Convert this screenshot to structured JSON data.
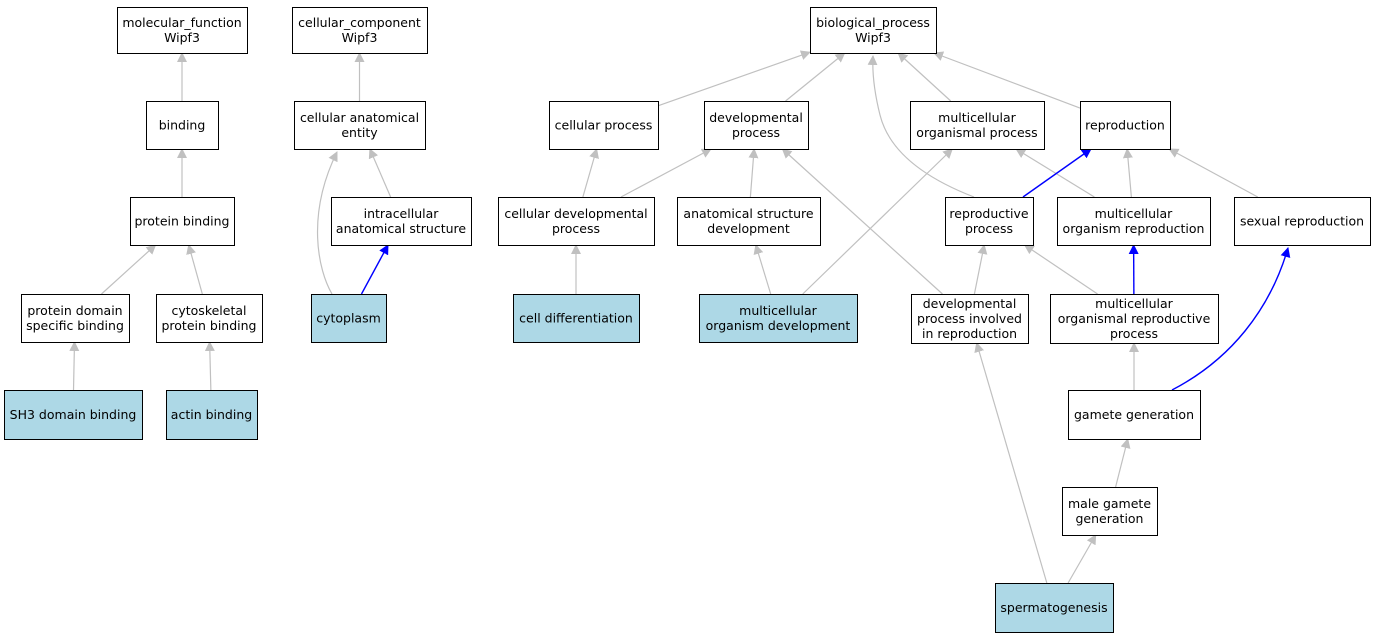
{
  "colors": {
    "background": "#ffffff",
    "node_fill": "#ffffff",
    "highlight_fill": "#add8e6",
    "node_stroke": "#000000",
    "edge_default": "#c0c0c0",
    "edge_highlight": "#0000ff"
  },
  "nodes": {
    "mf_root": {
      "lines": [
        "molecular_function",
        "Wipf3"
      ],
      "highlight": false
    },
    "binding": {
      "lines": [
        "binding"
      ],
      "highlight": false
    },
    "protein_binding": {
      "lines": [
        "protein binding"
      ],
      "highlight": false
    },
    "protein_domain_specific_binding": {
      "lines": [
        "protein domain",
        "specific binding"
      ],
      "highlight": false
    },
    "cytoskeletal_protein_binding": {
      "lines": [
        "cytoskeletal",
        "protein binding"
      ],
      "highlight": false
    },
    "sh3_domain_binding": {
      "lines": [
        "SH3 domain binding"
      ],
      "highlight": true
    },
    "actin_binding": {
      "lines": [
        "actin binding"
      ],
      "highlight": true
    },
    "cc_root": {
      "lines": [
        "cellular_component",
        "Wipf3"
      ],
      "highlight": false
    },
    "cellular_anatomical_entity": {
      "lines": [
        "cellular anatomical",
        "entity"
      ],
      "highlight": false
    },
    "intracellular_anatomical_structure": {
      "lines": [
        "intracellular",
        "anatomical structure"
      ],
      "highlight": false
    },
    "cytoplasm": {
      "lines": [
        "cytoplasm"
      ],
      "highlight": true
    },
    "bp_root": {
      "lines": [
        "biological_process",
        "Wipf3"
      ],
      "highlight": false
    },
    "cellular_process": {
      "lines": [
        "cellular process"
      ],
      "highlight": false
    },
    "developmental_process": {
      "lines": [
        "developmental",
        "process"
      ],
      "highlight": false
    },
    "multicellular_organismal_process": {
      "lines": [
        "multicellular",
        "organismal process"
      ],
      "highlight": false
    },
    "reproduction": {
      "lines": [
        "reproduction"
      ],
      "highlight": false
    },
    "cellular_developmental_process": {
      "lines": [
        "cellular developmental",
        "process"
      ],
      "highlight": false
    },
    "anatomical_structure_development": {
      "lines": [
        "anatomical structure",
        "development"
      ],
      "highlight": false
    },
    "reproductive_process": {
      "lines": [
        "reproductive",
        "process"
      ],
      "highlight": false
    },
    "multicellular_organism_reproduction": {
      "lines": [
        "multicellular",
        "organism reproduction"
      ],
      "highlight": false
    },
    "sexual_reproduction": {
      "lines": [
        "sexual reproduction"
      ],
      "highlight": false
    },
    "cell_differentiation": {
      "lines": [
        "cell differentiation"
      ],
      "highlight": true
    },
    "multicellular_organism_development": {
      "lines": [
        "multicellular",
        "organism development"
      ],
      "highlight": true
    },
    "developmental_process_involved_in_reproduction": {
      "lines": [
        "developmental",
        "process involved",
        "in reproduction"
      ],
      "highlight": false
    },
    "multicellular_organismal_reproductive_process": {
      "lines": [
        "multicellular",
        "organismal reproductive",
        "process"
      ],
      "highlight": false
    },
    "gamete_generation": {
      "lines": [
        "gamete generation"
      ],
      "highlight": false
    },
    "male_gamete_generation": {
      "lines": [
        "male gamete",
        "generation"
      ],
      "highlight": false
    },
    "spermatogenesis": {
      "lines": [
        "spermatogenesis"
      ],
      "highlight": true
    }
  },
  "edges": [
    {
      "from": "binding",
      "to": "mf_root",
      "highlight": false
    },
    {
      "from": "protein_binding",
      "to": "binding",
      "highlight": false
    },
    {
      "from": "protein_domain_specific_binding",
      "to": "protein_binding",
      "highlight": false
    },
    {
      "from": "cytoskeletal_protein_binding",
      "to": "protein_binding",
      "highlight": false
    },
    {
      "from": "sh3_domain_binding",
      "to": "protein_domain_specific_binding",
      "highlight": false
    },
    {
      "from": "actin_binding",
      "to": "cytoskeletal_protein_binding",
      "highlight": false
    },
    {
      "from": "cellular_anatomical_entity",
      "to": "cc_root",
      "highlight": false
    },
    {
      "from": "intracellular_anatomical_structure",
      "to": "cellular_anatomical_entity",
      "highlight": false
    },
    {
      "from": "cytoplasm",
      "to": "cellular_anatomical_entity",
      "highlight": false
    },
    {
      "from": "cytoplasm",
      "to": "intracellular_anatomical_structure",
      "highlight": true
    },
    {
      "from": "cellular_process",
      "to": "bp_root",
      "highlight": false
    },
    {
      "from": "developmental_process",
      "to": "bp_root",
      "highlight": false
    },
    {
      "from": "multicellular_organismal_process",
      "to": "bp_root",
      "highlight": false
    },
    {
      "from": "reproduction",
      "to": "bp_root",
      "highlight": false
    },
    {
      "from": "reproductive_process",
      "to": "bp_root",
      "highlight": false
    },
    {
      "from": "cellular_developmental_process",
      "to": "cellular_process",
      "highlight": false
    },
    {
      "from": "cellular_developmental_process",
      "to": "developmental_process",
      "highlight": false
    },
    {
      "from": "anatomical_structure_development",
      "to": "developmental_process",
      "highlight": false
    },
    {
      "from": "developmental_process_involved_in_reproduction",
      "to": "developmental_process",
      "highlight": false
    },
    {
      "from": "multicellular_organism_development",
      "to": "multicellular_organismal_process",
      "highlight": false
    },
    {
      "from": "multicellular_organism_development",
      "to": "anatomical_structure_development",
      "highlight": false
    },
    {
      "from": "multicellular_organism_reproduction",
      "to": "multicellular_organismal_process",
      "highlight": false
    },
    {
      "from": "multicellular_organism_reproduction",
      "to": "reproduction",
      "highlight": false
    },
    {
      "from": "reproductive_process",
      "to": "reproduction",
      "highlight": true
    },
    {
      "from": "sexual_reproduction",
      "to": "reproduction",
      "highlight": false
    },
    {
      "from": "cell_differentiation",
      "to": "cellular_developmental_process",
      "highlight": false
    },
    {
      "from": "developmental_process_involved_in_reproduction",
      "to": "reproductive_process",
      "highlight": false
    },
    {
      "from": "multicellular_organismal_reproductive_process",
      "to": "reproductive_process",
      "highlight": false
    },
    {
      "from": "multicellular_organismal_reproductive_process",
      "to": "multicellular_organism_reproduction",
      "highlight": true
    },
    {
      "from": "gamete_generation",
      "to": "multicellular_organismal_reproductive_process",
      "highlight": false
    },
    {
      "from": "gamete_generation",
      "to": "sexual_reproduction",
      "highlight": true
    },
    {
      "from": "male_gamete_generation",
      "to": "gamete_generation",
      "highlight": false
    },
    {
      "from": "spermatogenesis",
      "to": "male_gamete_generation",
      "highlight": false
    },
    {
      "from": "spermatogenesis",
      "to": "developmental_process_involved_in_reproduction",
      "highlight": false
    }
  ]
}
